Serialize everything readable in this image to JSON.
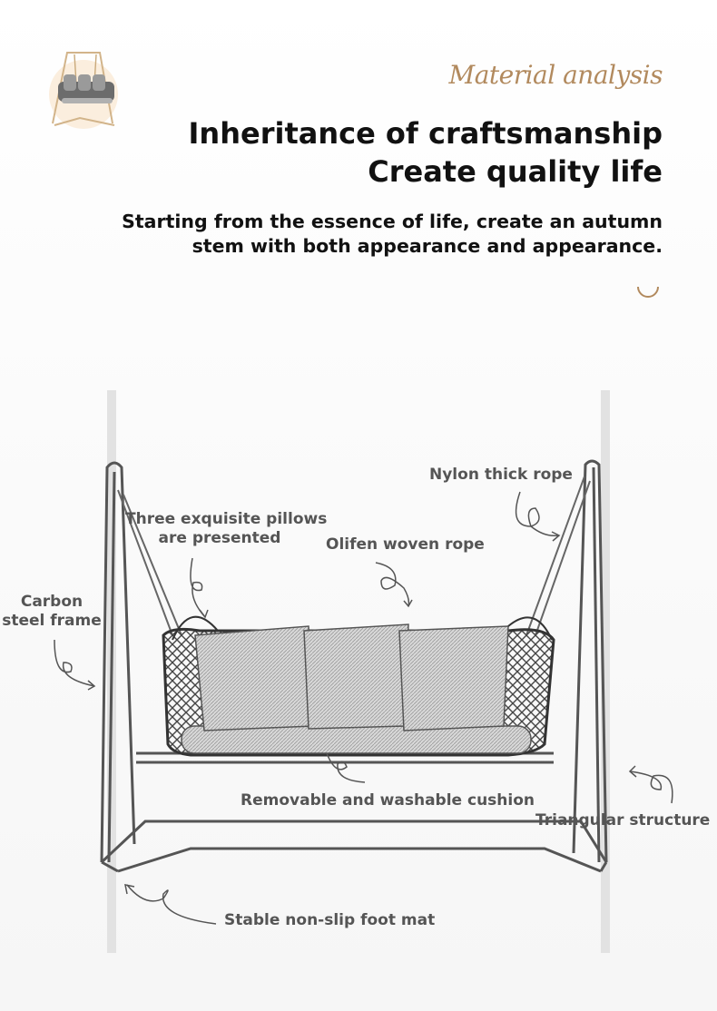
{
  "header": {
    "script_title": "Material analysis",
    "headline_line1": "Inheritance of craftsmanship",
    "headline_line2": "Create quality life",
    "subtitle_line1": "Starting from the essence of life, create an autumn",
    "subtitle_line2": "stem with both appearance and appearance."
  },
  "labels": {
    "nylon": "Nylon thick rope",
    "pillows_line1": "Three exquisite pillows",
    "pillows_line2": "are presented",
    "olefin": "Olifen woven rope",
    "carbon_line1": "Carbon",
    "carbon_line2": "steel frame",
    "cushion": "Removable and washable cushion",
    "triangular": "Triangular structure",
    "foot_mat": "Stable non-slip foot mat"
  },
  "colors": {
    "accent": "#b28a5e",
    "text": "#111111",
    "label": "#555555"
  },
  "icons": [
    "swing-chair-thumbnail-icon",
    "smile-arc-icon",
    "curl-arrow-icon"
  ]
}
